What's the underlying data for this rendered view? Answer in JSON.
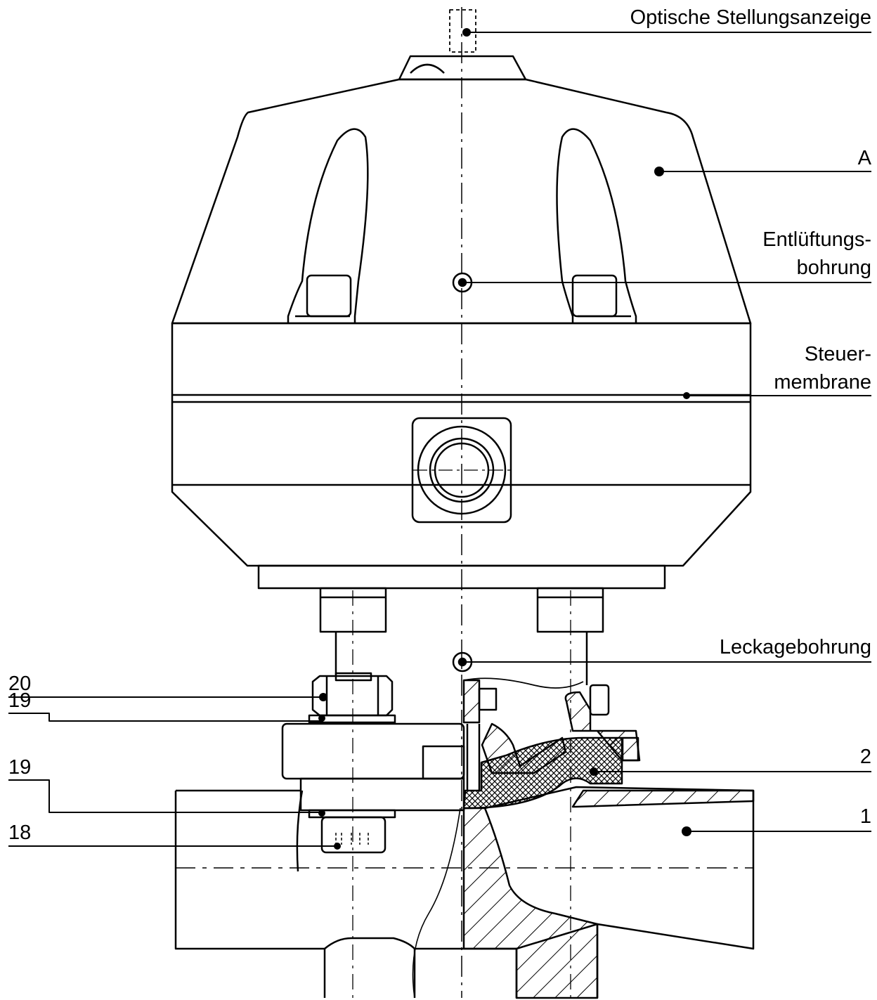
{
  "labels": {
    "optische": "Optische Stellungsanzeige",
    "a": "A",
    "entlueftung_1": "Entlüftungs-",
    "entlueftung_2": "bohrung",
    "steuer_1": "Steuer-",
    "steuer_2": "membrane",
    "leckage": "Leckagebohrung",
    "n20": "20",
    "n19a": "19",
    "n19b": "19",
    "n18": "18",
    "n2": "2",
    "n1": "1"
  }
}
